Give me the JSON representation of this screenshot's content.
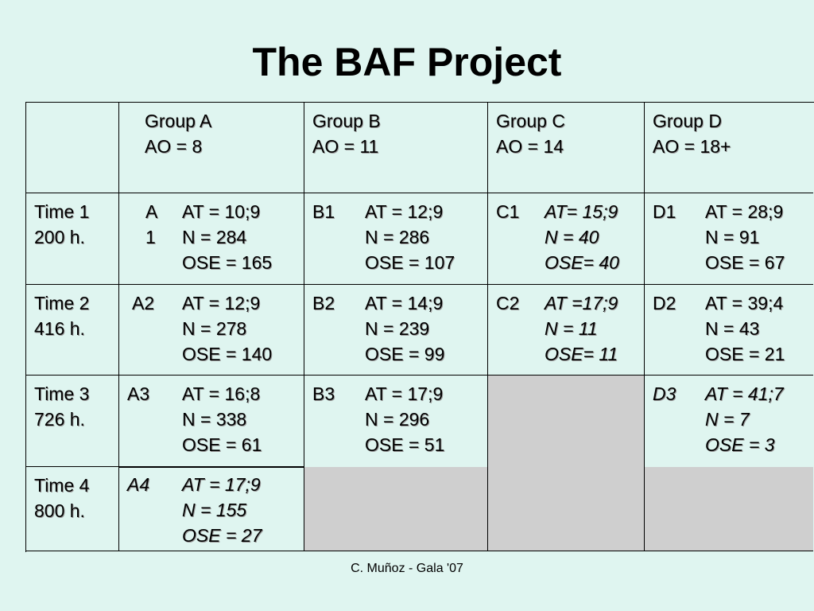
{
  "title": "The BAF Project",
  "footer": "C. Muñoz - Gala '07",
  "groups": [
    {
      "name": "Group A",
      "ao": "AO = 8"
    },
    {
      "name": "Group B",
      "ao": "AO = 11"
    },
    {
      "name": "Group C",
      "ao": "AO = 14"
    },
    {
      "name": "Group D",
      "ao": "AO = 18+"
    }
  ],
  "times": [
    {
      "label": "Time 1",
      "hours": "200 h."
    },
    {
      "label": "Time 2",
      "hours": "416 h."
    },
    {
      "label": "Time 3",
      "hours": "726 h."
    },
    {
      "label": "Time 4",
      "hours": "800 h."
    }
  ],
  "cells": {
    "a1": {
      "code1": "A",
      "code2": "1",
      "at": "AT = 10;9",
      "n": "N = 284",
      "ose": "OSE = 165"
    },
    "b1": {
      "code": "B1",
      "at": "AT = 12;9",
      "n": "N = 286",
      "ose": "OSE = 107"
    },
    "c1": {
      "code": "C1",
      "at": "AT= 15;9",
      "n": "N = 40",
      "ose": "OSE= 40"
    },
    "d1": {
      "code": "D1",
      "at": "AT = 28;9",
      "n": "N = 91",
      "ose": "OSE = 67"
    },
    "a2": {
      "code": "A2",
      "at": "AT = 12;9",
      "n": "N = 278",
      "ose": "OSE = 140"
    },
    "b2": {
      "code": "B2",
      "at": "AT = 14;9",
      "n": "N = 239",
      "ose": "OSE = 99"
    },
    "c2": {
      "code": "C2",
      "at": "AT =17;9",
      "n": "N = 11",
      "ose": "OSE= 11"
    },
    "d2": {
      "code": "D2",
      "at": "AT = 39;4",
      "n": "N = 43",
      "ose": "OSE = 21"
    },
    "a3": {
      "code": "A3",
      "at": "AT = 16;8",
      "n": "N = 338",
      "ose": "OSE = 61"
    },
    "b3": {
      "code": "B3",
      "at": "AT = 17;9",
      "n": "N = 296",
      "ose": "OSE = 51"
    },
    "d3": {
      "code": "D3",
      "at": "AT = 41;7",
      "n": "N = 7",
      "ose": "OSE = 3"
    },
    "a4": {
      "code": "A4",
      "at": "AT = 17;9",
      "n": "N = 155",
      "ose": "OSE = 27"
    }
  },
  "colors": {
    "background": "#dff5f0",
    "empty_cell": "#cfcfcf"
  }
}
